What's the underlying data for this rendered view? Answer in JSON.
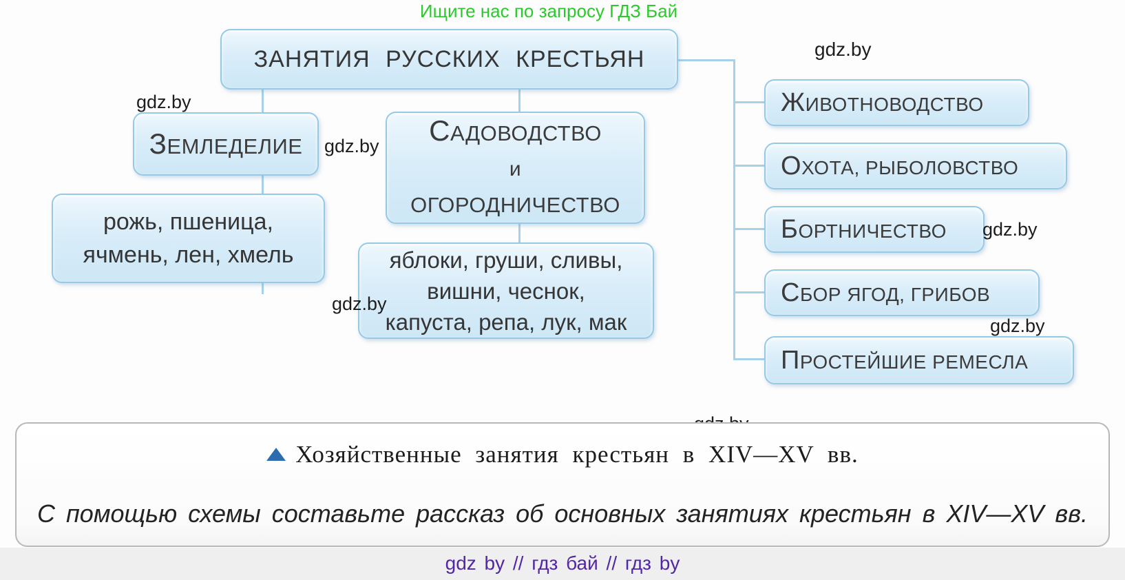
{
  "promo_banner": "Ищите нас по запросу ГДЗ Бай",
  "watermark": "gdz.by",
  "scheme": {
    "title": "ЗАНЯТИЯ РУССКИХ КРЕСТЬЯН",
    "left_branch": {
      "category": "ЗЕМЛЕДЕЛИЕ",
      "items_lines": [
        "рожь, пшеница,",
        "ячмень, лен, хмель"
      ]
    },
    "middle_branch": {
      "category_lines": [
        "САДОВОДСТВО",
        "и",
        "ОГОРОДНИЧЕСТВО"
      ],
      "items_lines": [
        "яблоки, груши, сливы,",
        "вишни, чеснок,",
        "капуста, репа, лук, мак"
      ]
    },
    "right_branch": {
      "items": [
        "ЖИВОТНОВОДСТВО",
        "ОХОТА, РЫБОЛОВСТВО",
        "БОРТНИЧЕСТВО",
        "СБОР ЯГОД, ГРИБОВ",
        "ПРОСТЕЙШИЕ РЕМЕСЛА"
      ]
    }
  },
  "caption": {
    "figure_caption": "Хозяйственные занятия крестьян в XIV—XV вв.",
    "task": "С помощью схемы составьте рассказ об основных занятиях крестьян в XIV—XV вв."
  },
  "footer_text": "gdz by  //  гдз бай  //  гдз by",
  "colors": {
    "box_border": "#95c9e6",
    "box_fill": "#d9edf9",
    "connector": "#a6d1e8",
    "promo_green": "#2cc92c",
    "footer_purple": "#5127a5",
    "caption_triangle": "#2e6cb0"
  }
}
